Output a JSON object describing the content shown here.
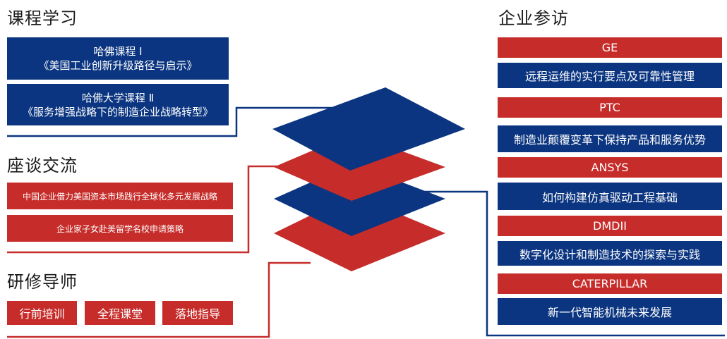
{
  "sections": {
    "course": {
      "title": "课程学习",
      "items": [
        {
          "line1": "哈佛课程 Ⅰ",
          "line2": "《美国工业创新升级路径与启示》"
        },
        {
          "line1": "哈佛大学课程 Ⅱ",
          "line2": "《服务增强战略下的制造企业战略转型》"
        }
      ]
    },
    "forum": {
      "title": "座谈交流",
      "items": [
        "中国企业借力美国资本市场践行全球化多元发展战略",
        "企业家子女赴美留学名校申请策略"
      ]
    },
    "mentor": {
      "title": "研修导师",
      "items": [
        "行前培训",
        "全程课堂",
        "落地指导"
      ]
    },
    "visit": {
      "title": "企业参访",
      "companies": [
        {
          "name": "GE",
          "topic": "远程运维的实行要点及可靠性管理"
        },
        {
          "name": "PTC",
          "topic": "制造业颠覆变革下保持产品和服务优势"
        },
        {
          "name": "ANSYS",
          "topic": "如何构建仿真驱动工程基础"
        },
        {
          "name": "DMDII",
          "topic": "数字化设计和制造技术的探索与实践"
        },
        {
          "name": "CATERPILLAR",
          "topic": "新一代智能机械未来发展"
        }
      ]
    }
  },
  "colors": {
    "blue": "#0b3580",
    "red": "#c62d2a"
  }
}
